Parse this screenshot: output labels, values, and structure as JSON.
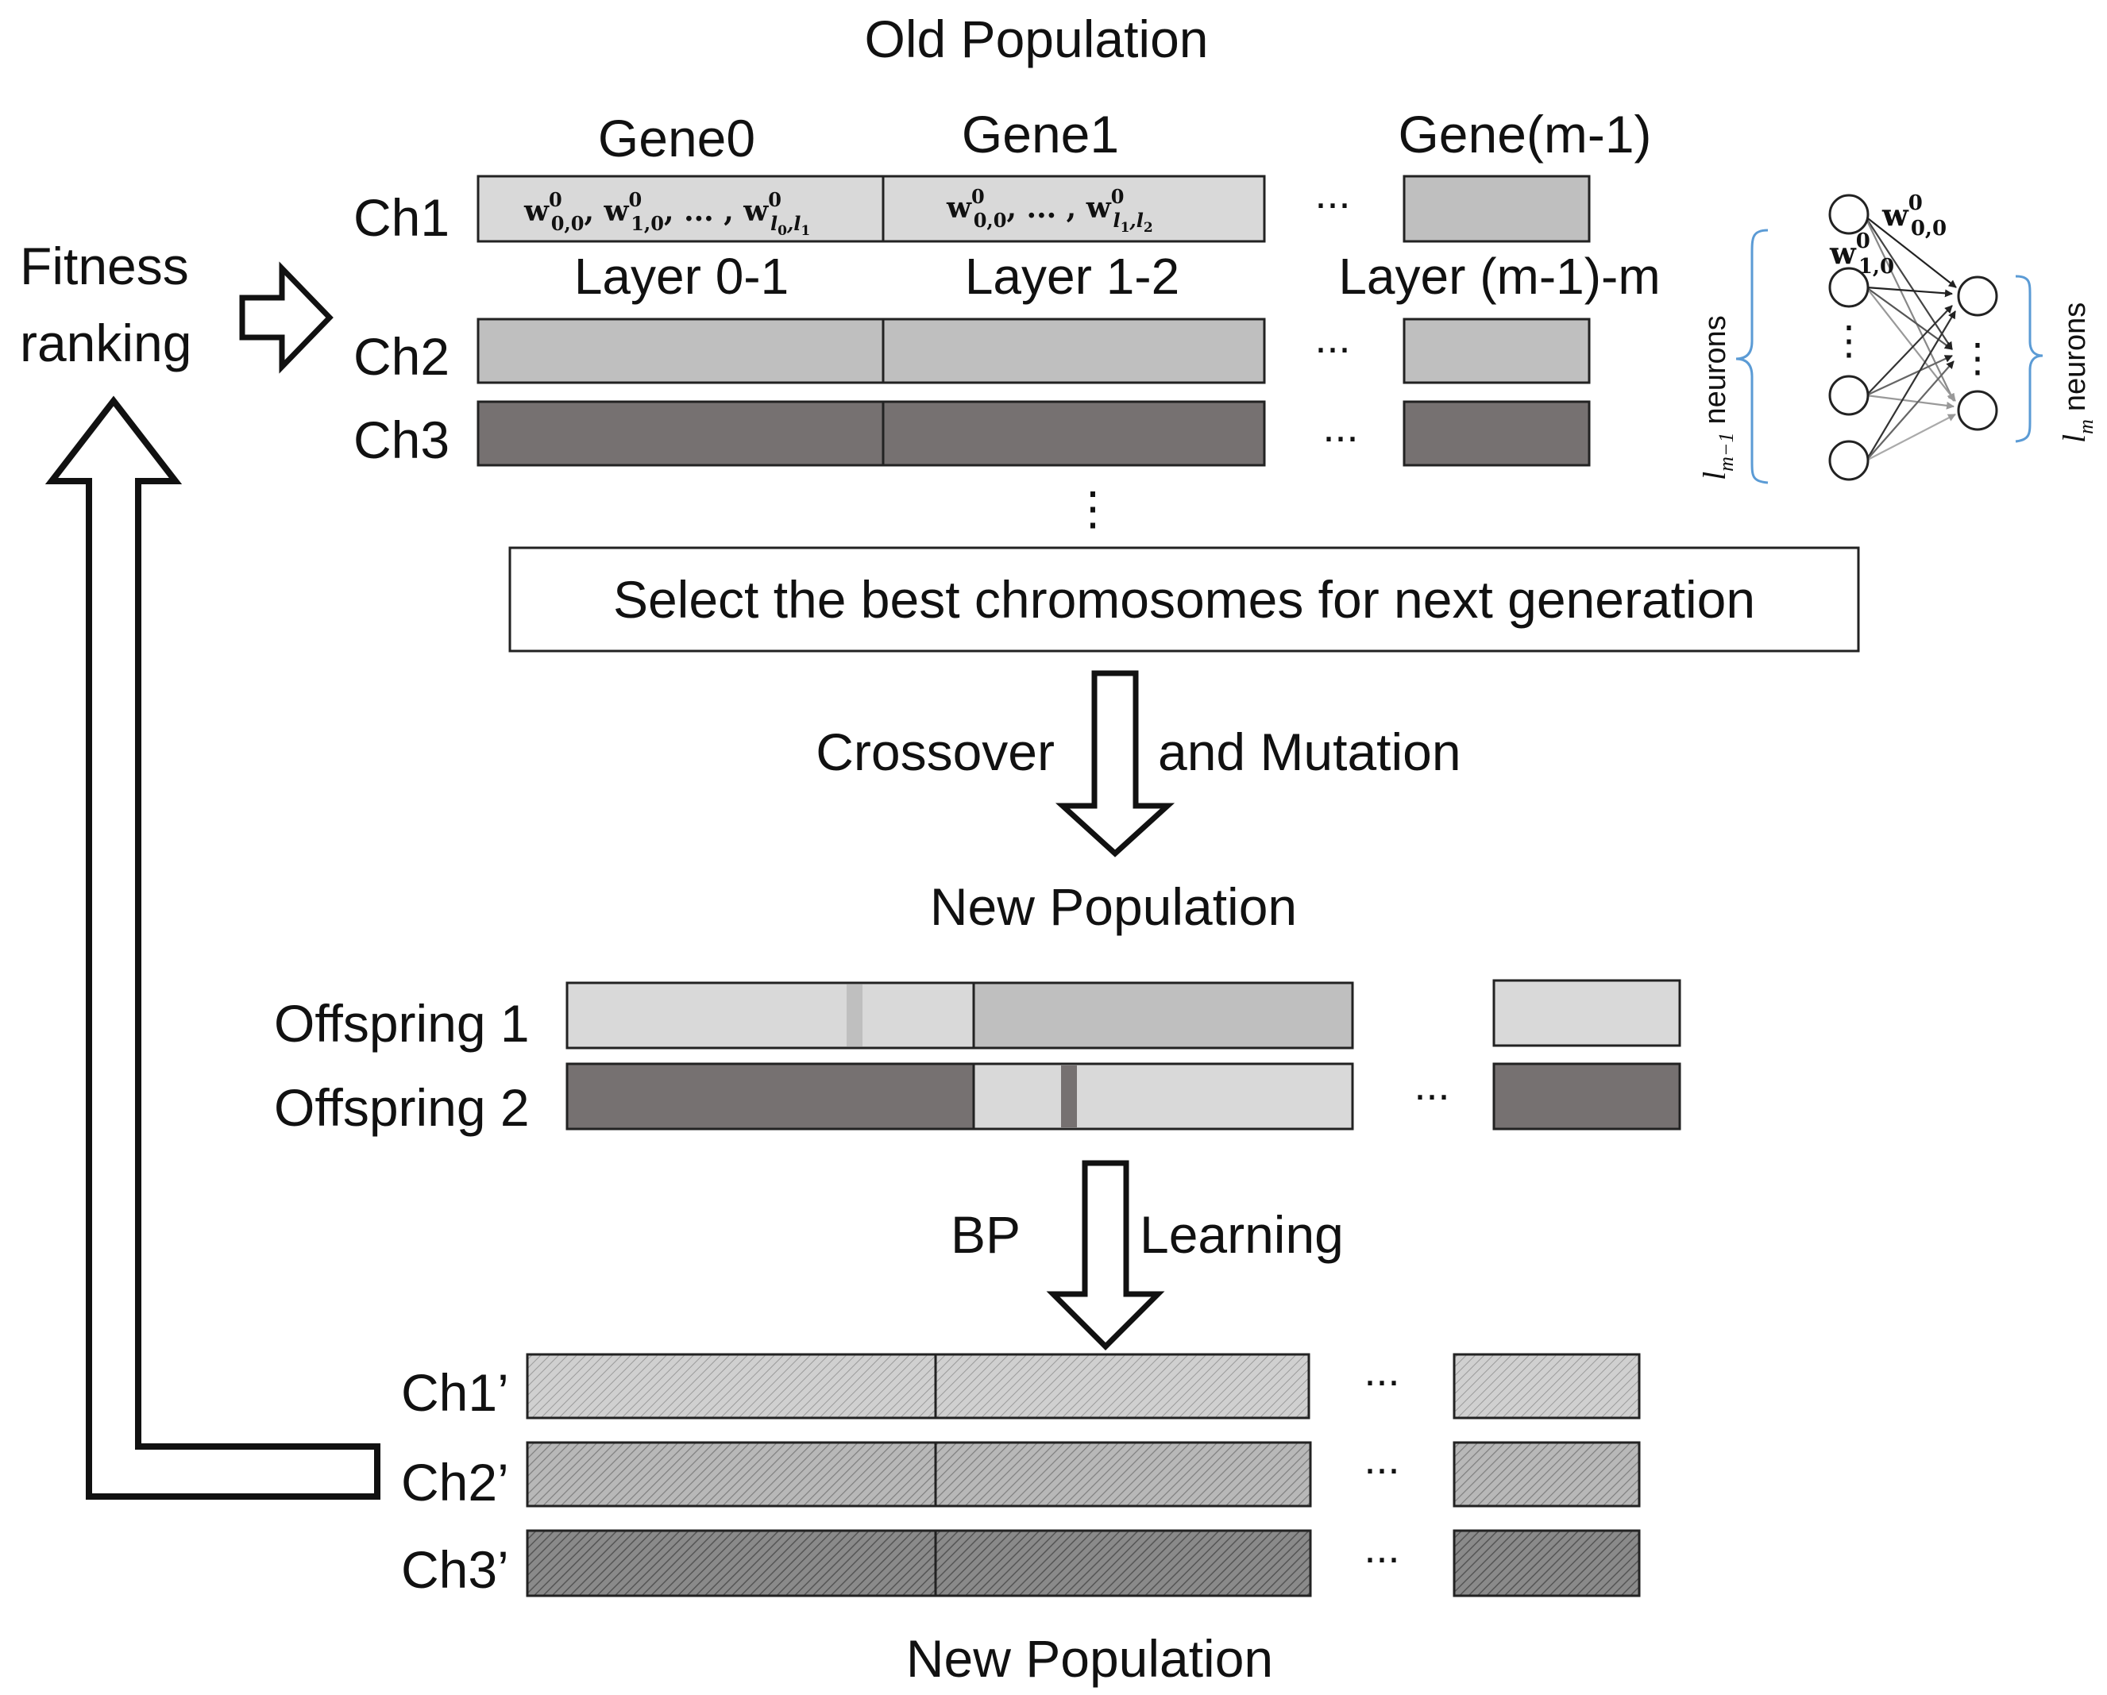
{
  "title_old": "Old Population",
  "gene_headers": [
    "Gene0",
    "Gene1",
    "Gene(m-1)"
  ],
  "layer_labels": [
    "Layer 0-1",
    "Layer 1-2",
    "Layer (m-1)-m"
  ],
  "chromosomes": [
    "Ch1",
    "Ch2",
    "Ch3"
  ],
  "ch1_cells": {
    "gene0": [
      "w",
      "0",
      "0,0",
      ", w",
      "0",
      "1,0",
      ", ... , w",
      "0",
      "l",
      "0",
      ",l",
      "1"
    ],
    "gene1": [
      "w",
      "0",
      "0,0",
      ", ... , w",
      "0",
      "l",
      "1",
      ",l",
      "2"
    ]
  },
  "ellipsis": "...",
  "ellipsis_vertical": "⋮",
  "fitness": [
    "Fitness",
    "ranking"
  ],
  "select_box": "Select the best chromosomes for next generation",
  "crossover": [
    "Crossover",
    "and Mutation"
  ],
  "title_new": "New Population",
  "offspring": [
    "Offspring 1",
    "Offspring 2"
  ],
  "bp": [
    "BP",
    "Learning"
  ],
  "new_chromosomes": [
    "Ch1’",
    "Ch2’",
    "Ch3’"
  ],
  "title_new_bottom": "New Population",
  "nn": {
    "w00": [
      "w",
      "0",
      "0,0"
    ],
    "w10": [
      "w",
      "0",
      "1,0"
    ],
    "left_brace": [
      "l",
      "m−1",
      "neurons"
    ],
    "right_brace": [
      "l",
      "m",
      "neurons"
    ]
  },
  "colors": {
    "light": "#d9d9d9",
    "medium": "#bfbfbf",
    "dark": "#767171",
    "brace": "#5b9bd5"
  }
}
